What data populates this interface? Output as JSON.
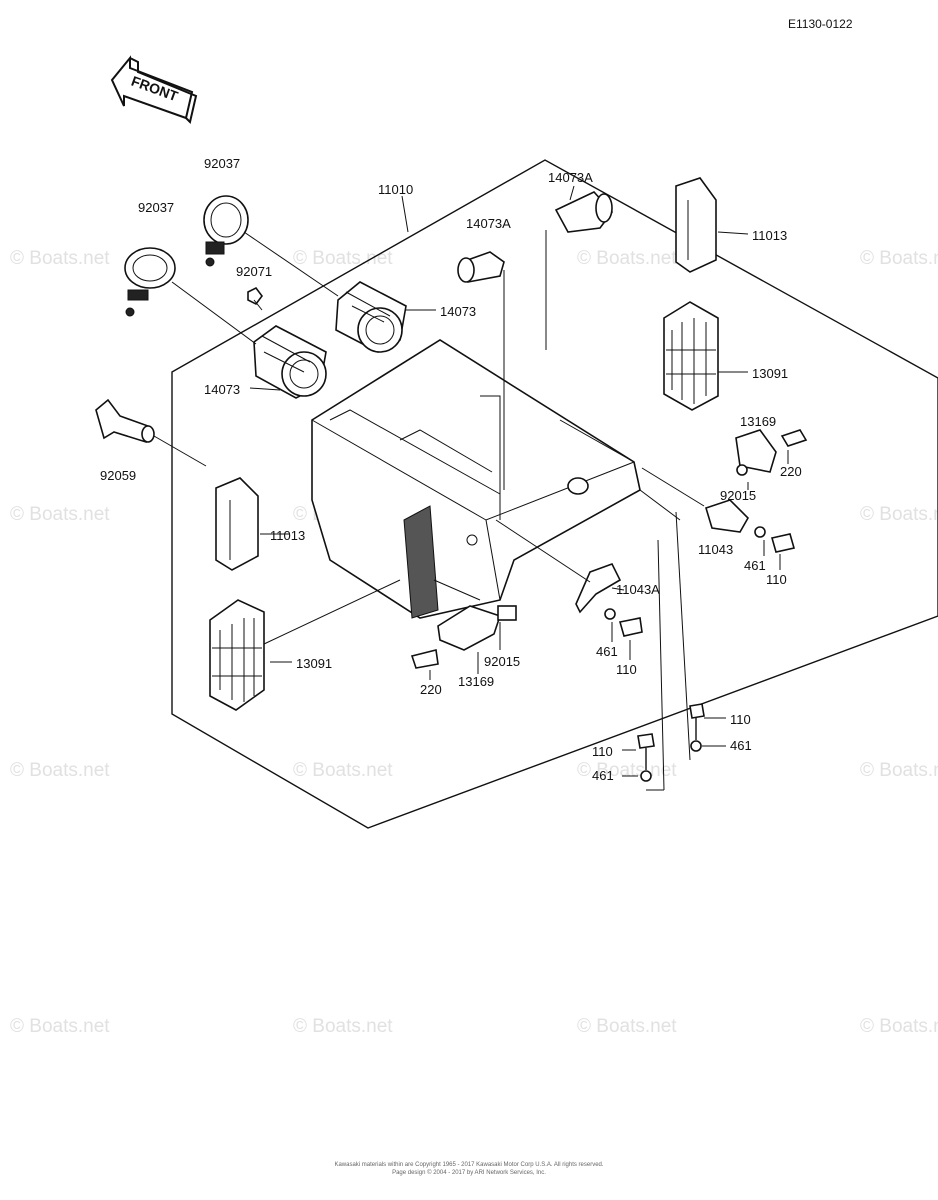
{
  "diagram_code": "E1130-0122",
  "front_label": "FRONT",
  "watermark_text": "© Boats.net",
  "footer": {
    "line1": "Kawasaki materials within are Copyright 1965 - 2017 Kawasaki Motor Corp U.S.A. All rights reserved.",
    "line2": "Page design © 2004 - 2017 by ARI Network Services, Inc."
  },
  "callouts": {
    "p92037_top": "92037",
    "p92037_left": "92037",
    "p11010": "11010",
    "p14073A_top": "14073A",
    "p14073A_mid": "14073A",
    "p11013_right": "11013",
    "p92071": "92071",
    "p14073_right": "14073",
    "p14073_left": "14073",
    "p13091_right": "13091",
    "p13169_right": "13169",
    "p220_right": "220",
    "p92059": "92059",
    "p92015_right": "92015",
    "p11043": "11043",
    "p461_right": "461",
    "p110_right": "110",
    "p11013_left": "11013",
    "p11043A": "11043A",
    "p461_mid": "461",
    "p110_mid": "110",
    "p13091_left": "13091",
    "p92015_mid": "92015",
    "p220_mid": "220",
    "p13169_mid": "13169",
    "p110_lr": "110",
    "p461_lr": "461",
    "p110_ll": "110",
    "p461_ll": "461"
  },
  "colors": {
    "line": "#111111",
    "watermark": "#e1e1e1",
    "background": "#ffffff"
  }
}
